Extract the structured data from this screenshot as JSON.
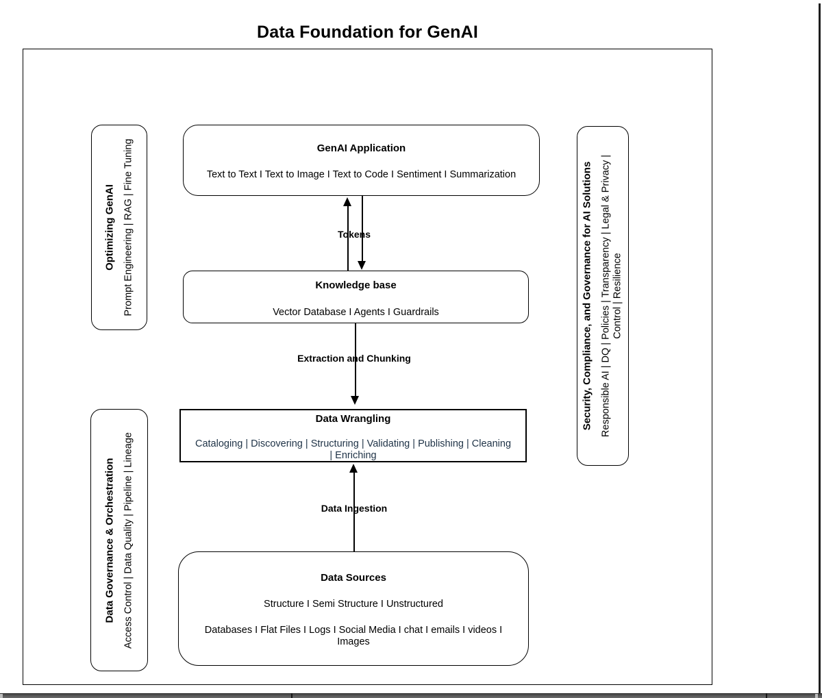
{
  "page": {
    "title": "Data Foundation for GenAI"
  },
  "side_panels": {
    "optimizing": {
      "title": "Optimizing GenAI",
      "body": "Prompt Engineering | RAG | Fine Tuning"
    },
    "governance": {
      "title": "Data Governance & Orchestration",
      "body": "Access Control | Data Quality | Pipeline | Lineage"
    },
    "security": {
      "title": "Security, Compliance, and Governance for AI Solutions",
      "body_lines": [
        "Responsible AI | DQ | Policies | Transparency | Legal & Privacy |",
        "Control | Resilience"
      ]
    }
  },
  "flow": {
    "genai_application": {
      "title": "GenAI Application",
      "body": "Text to Text I Text to Image I Text to Code I Sentiment I Summarization"
    },
    "knowledge_base": {
      "title": "Knowledge base",
      "body": "Vector Database I Agents I Guardrails"
    },
    "data_wrangling": {
      "title": "Data Wrangling",
      "body_lines": [
        "Cataloging | Discovering | Structuring | Validating | Publishing | Cleaning",
        "| Enriching"
      ]
    },
    "data_sources": {
      "title": "Data Sources",
      "subtitle": "Structure I Semi Structure I Unstructured",
      "body_lines": [
        "Databases I Flat Files I Logs I Social Media I chat I emails I videos I",
        "Images"
      ]
    },
    "labels": {
      "tokens": "Tokens",
      "extraction": "Extraction and Chunking",
      "ingestion": "Data Ingestion"
    }
  },
  "colors": {
    "line": "#000000",
    "wrangling_text": "#1e3246",
    "bottom_bar": "#5f5f5f",
    "window_edge": "#1d1d1d"
  }
}
